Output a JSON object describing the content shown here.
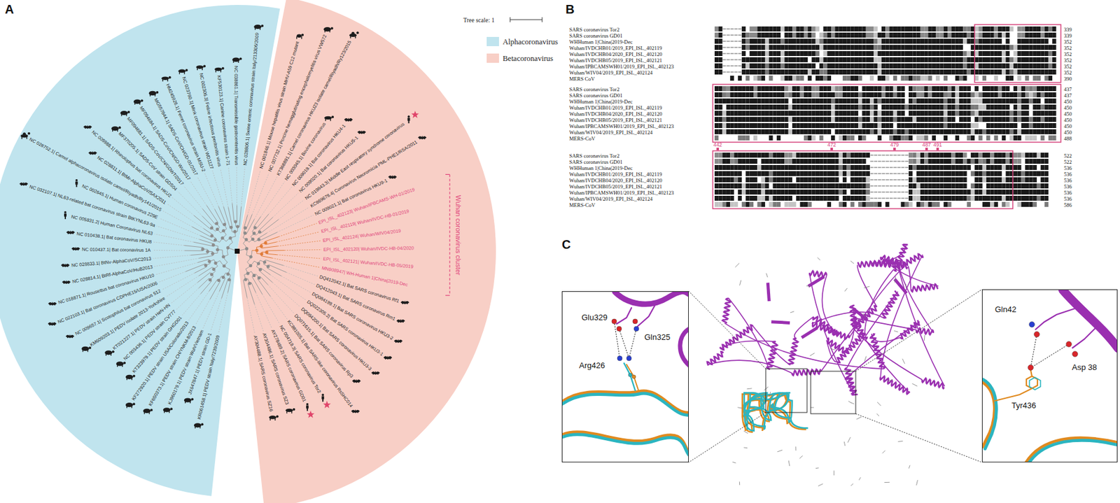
{
  "diagram": {
    "nodes": [
      {
        "text": [
          "Glu329",
          "Gln325",
          "Arg426"
        ]
      },
      {
        "text": [
          "Gln42",
          "Asp 38",
          "Tyr436"
        ]
      }
    ],
    "labels": [
      "A",
      "Tree scale: 1",
      "KR061458.1| PEDV strain Italy/7239/2009",
      "JX647847.1| PEDV strain GD-1",
      "KJ960179.1| PEDV strain Wuh/Vietnam",
      "KF650373.1| PEDV strain CH/YNKM-8/2013",
      "KF272920.1| PEDV strain USA/Colorado/2013",
      "KT323979.1| PEDV strain GHGD01",
      "NC 003436.1| PEDV strain CV777",
      "KT021227.1| PEDV strain HeN-HN",
      "KM609203.1| PEDV isolate 2013-Yorkshire",
      "NC 009657.1| Scotophilus bat coronavirus 512",
      "NC 022103.1| Bat coronavirus CDPHE15/USA/2006",
      "NC 018871.1| Rousettus bat coronavirus HKU10",
      "NC 028814.1| BtRf-AlphaCoV/HuB2013",
      "NC 028833.1| BtNv-AlphaCoV/SC2013",
      "NC 010437.1| Bat coronavirus 1A",
      "NC 010438.1| Bat coronavirus HKU8",
      "NC 005831.2| Human Coronavirus NL63",
      "NC 032107.1| NL63-related bat coronavirus strain BtKYNL63-9a",
      "NC 002645.1| Human coronavirus 229E",
      "NC 028752.1| Camel alphacoronavirus isolate camel/Riyadh/Ry141/2015",
      "NC 028811.1| BtMr-AlphaCoV/SAX2011",
      "NC 009988.1| Rhinolophus bat coronavirus HKU2",
      "MF370205.1| SADS-CoV strain GDS04",
      "MF094681.1| SADS-CoV/CN/GDWT/2017",
      "MF094684.1| SADS-CoV/CN/GD-Wu/2017",
      "MG557844.1| SADS-CoV/CH/GD-01/2017",
      "HM245926.1| Ferret coronavirus strain MSU-2",
      "NC 023760.1| Mink coronavirus strain WD1127",
      "NC 002306.3| Feline infectious peritonitis virus",
      "KF530123.1| Canine coronavirus strain 1-71",
      "NC 038861.1| Transmissible gastroenteritis virus",
      "NC 028806.1| Swine enteric coronavirus strain Italy/213306/2009",
      "NC 001846.1| Mouse hepatitis virus strain MHV-A59 C12 mutant",
      "NC 007732.1| Porcine hemagglutinating encephalomyelitis virus VW572",
      "KT368891.1| Camel coronavirus HKU23 isolate camel/Riyadh/Ry123/2015",
      "NC 003045.1| Bovine coronavirus",
      "NC 009019.1| Bat coronavirus HKU4-1",
      "NC 009020.1| Bat coronavirus HKU5-1",
      "NC 019843.3| Middle East respiratory syndrome coronavirus",
      "KC869678.4| Coronavirus Neoromicia PML-PHE1/RSA/2011",
      "NC 009021.1| Bat coronavirus HKU9-1",
      "EPI_ISL_402123| Wuhan/IPBCAMS-WH-01/2019",
      "EPI_ISL_402119| Wuhan/IVDC-HB-01/2019",
      "EPI_ISL_402124| Wuhan/WIV04/2019",
      "EPI_ISL_402120| Wuhan/IVDC-HB-04/2020",
      "EPI_ISL_402121| Wuhan/IVDC-HB-05/2019",
      "MN908947| WH-Human 1|China|2019-Dec",
      "DQ412042.1| Bat SARS coronavirus Rf1",
      "DQ412043.1| Bat SARS coronavirus Rm1",
      "DQ084199.1| Bat SARS coronavirus HKU3-2",
      "DQ022305.2| Bat SARS coronavirus HKU3-1",
      "DQ084200.1| Bat SARS coronavirus HKU3-3",
      "DQ071615.1| Bat SARS coronavirus Rp3",
      "KC881005.1| Bat SARS-like coronavirus RsSHC014",
      "NC 004718.3| SARS coronavirus Tor2",
      "AY278489.2| SARS coronavirus GD01",
      "AY304486.1| SARS coronavirus SZ3",
      "AY304488.1| SARS coronavirus SZ16",
      "Wuhan coronavirus cluster",
      "B",
      "SARS coronavirus Tor2",
      "SARS coronavirus GD01",
      "WHHuman 1|China|2019-Dec",
      "Wuhan/IVDCHB01/2019_EPI_ISL_402119",
      "Wuhan/IVDCHB04/2020_EPI_ISL_402120",
      "Wuhan/IVDCHB05/2019_EPI_ISL_402121",
      "Wuhan/IPBCAMSWH01/2019_EPI_ISL_402123",
      "Wuhan/WIV04/2019_EPI_ISL_402124",
      "MERS CoV",
      "339",
      "339",
      "352",
      "352",
      "352",
      "352",
      "352",
      "352",
      "390",
      "SARS coronavirus Tor2",
      "SARS coronavirus GD01",
      "WHHuman 1|China|2019-Dec",
      "Wuhan/IVDCHB01/2019_EPI_ISL_402119",
      "Wuhan/IVDCHB04/2020_EPI_ISL_402120",
      "Wuhan/IVDCHB05/2019_EPI_ISL_402121",
      "Wuhan/IPBCAMSWH01/2019_EPI_ISL_402123",
      "Wuhan/WIV04/2019_EPI_ISL_402124",
      "MERS-CoV",
      "437",
      "437",
      "450",
      "450",
      "450",
      "450",
      "450",
      "450",
      "488",
      "442",
      "472",
      "479",
      "487",
      "491",
      "SARS coronavirus Tor2",
      "SARS coronavirus GD01",
      "WHHuman 1|China|2019-Dec",
      "Wuhan/IVDCHB01/2019_EPI_ISL_402119",
      "Wuhan/IVDCHB04/2020_EPI_ISL_402120",
      "Wuhan/IVDCHB05/2019_EPI_ISL_402121",
      "Wuhan/IPBCAMSWH01/2019_EPI_ISL_402123",
      "Wuhan/WIV04/2019_EPI_ISL_402124",
      "MERS-CoV",
      "522",
      "522",
      "536",
      "536",
      "536",
      "536",
      "536",
      "536",
      "586",
      "C"
    ],
    "legend": [
      {
        "text": "Alphacoronavirus",
        "color": "#c0e4ee"
      },
      {
        "text": "Betacoronavirus",
        "color": "#f8cfc6"
      }
    ]
  }
}
